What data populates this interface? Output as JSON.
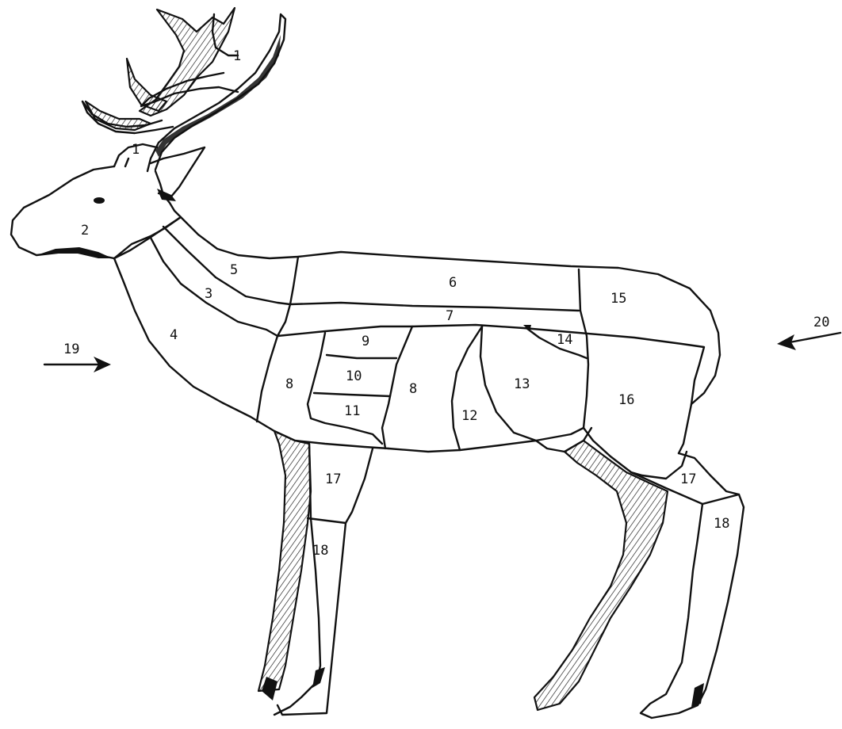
{
  "diagram": {
    "labels": [
      "1",
      "1",
      "2",
      "3",
      "4",
      "5",
      "6",
      "7",
      "8",
      "8",
      "9",
      "10",
      "11",
      "12",
      "13",
      "14",
      "15",
      "16",
      "17",
      "17",
      "18",
      "18",
      "19",
      "20"
    ]
  }
}
